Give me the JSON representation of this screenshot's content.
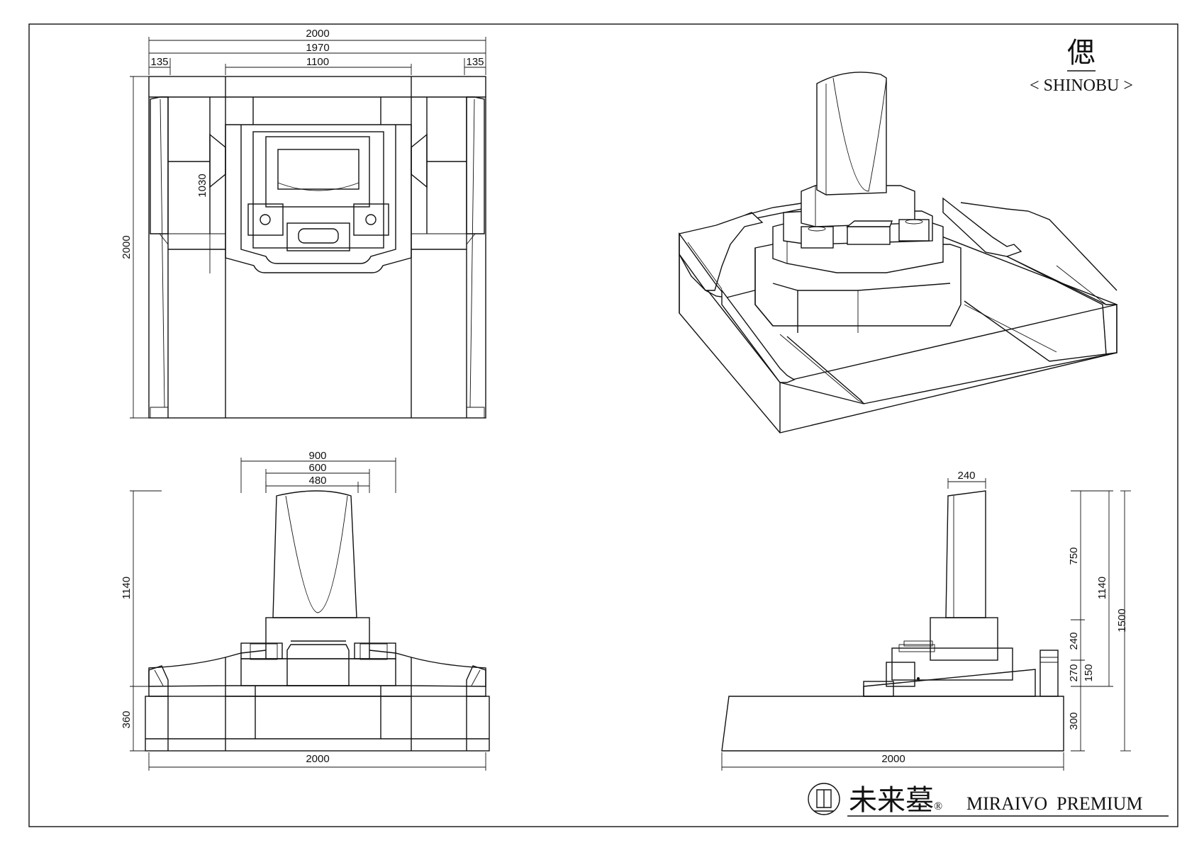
{
  "title": {
    "kanji": "偲",
    "roman": "< SHINOBU >"
  },
  "brand": {
    "mark": "未来墓",
    "registered": "®",
    "name": "MIRAIVO  PREMIUM"
  },
  "plan_view": {
    "dims": {
      "overall_width": "2000",
      "inner_width": "1970",
      "left_edge": "135",
      "center_width": "1100",
      "right_edge": "135",
      "overall_depth": "2000",
      "stone_depth": "1030"
    }
  },
  "front_view": {
    "dims": {
      "top_900": "900",
      "top_600": "600",
      "top_480": "480",
      "height_1140": "1140",
      "height_360": "360",
      "width_2000": "2000"
    }
  },
  "side_view": {
    "dims": {
      "top_240": "240",
      "h_750": "750",
      "h_1140": "1140",
      "h_1500": "1500",
      "h_240": "240",
      "h_270": "270",
      "h_150": "150",
      "h_300": "300",
      "width_2000": "2000"
    }
  }
}
